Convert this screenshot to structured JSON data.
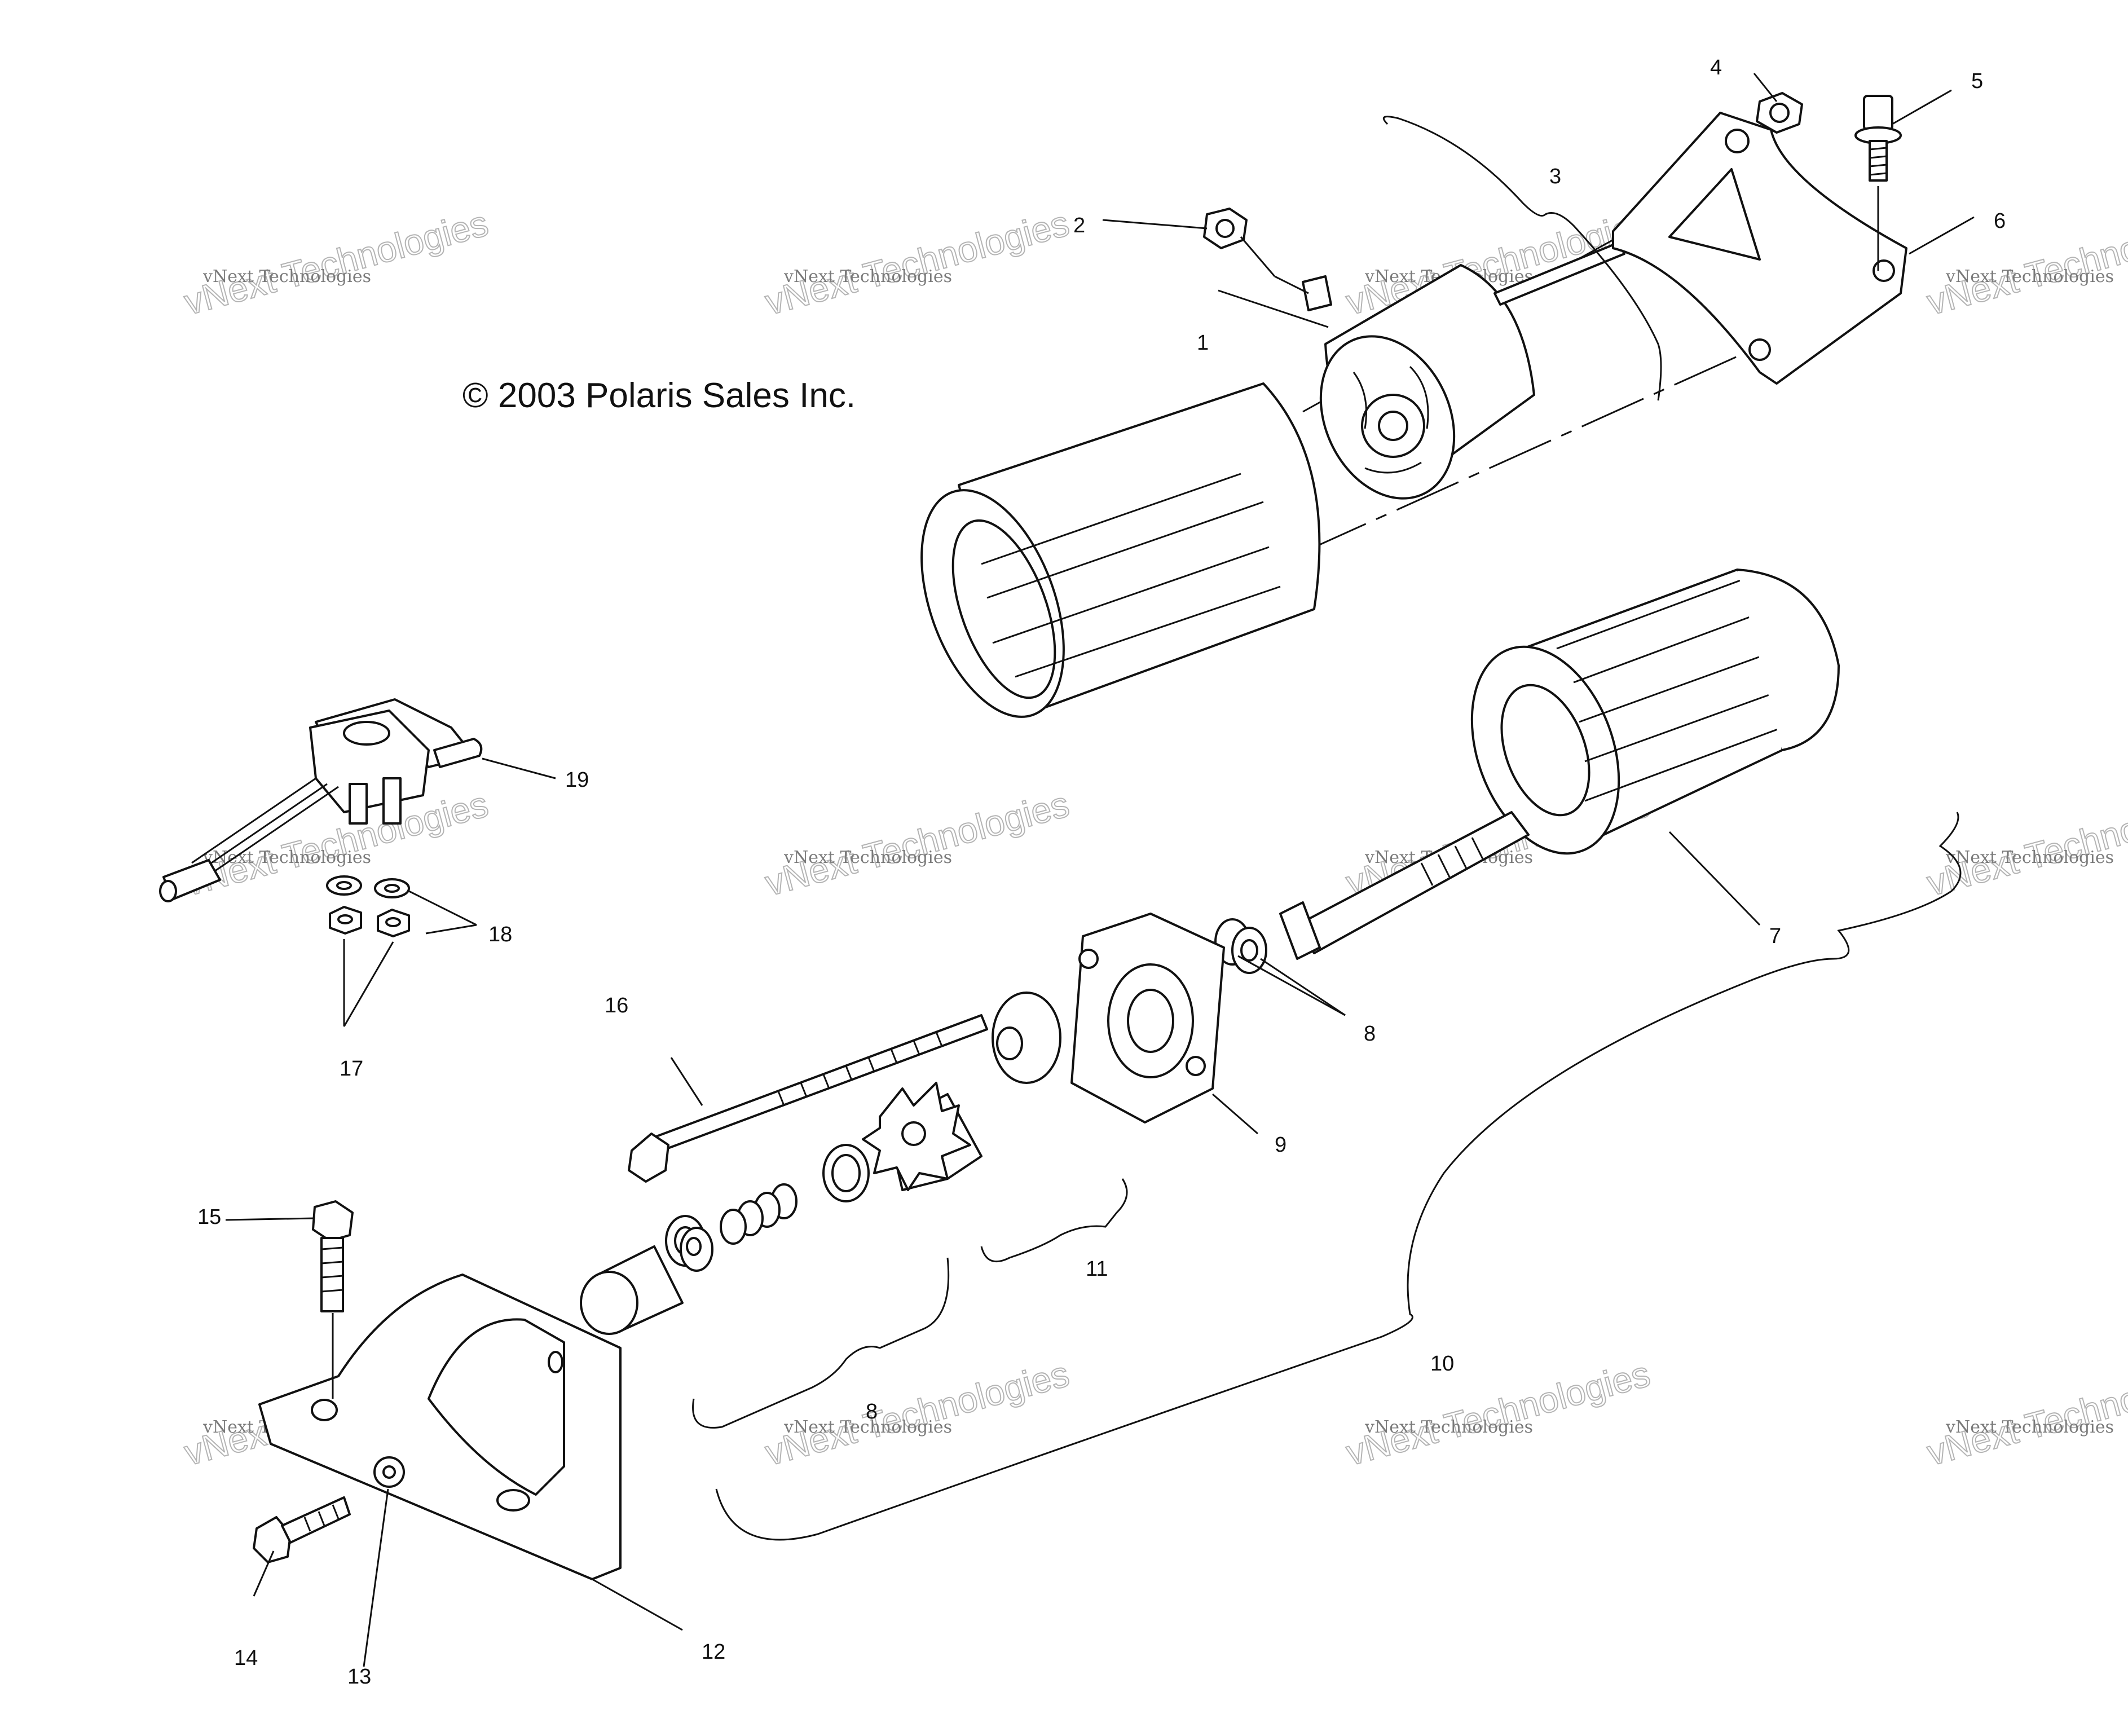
{
  "copyright": "© 2003 Polaris Sales Inc.",
  "watermark": {
    "line1": "vNext Technologies",
    "line2": "vNext Technologies"
  },
  "callouts": {
    "c1": "1",
    "c2": "2",
    "c3": "3",
    "c4": "4",
    "c5": "5",
    "c6": "6",
    "c7": "7",
    "c8": "8",
    "c8b": "8",
    "c9": "9",
    "c10": "10",
    "c11": "11",
    "c12": "12",
    "c13": "13",
    "c14": "14",
    "c15": "15",
    "c16": "16",
    "c17": "17",
    "c18": "18",
    "c19": "19"
  }
}
